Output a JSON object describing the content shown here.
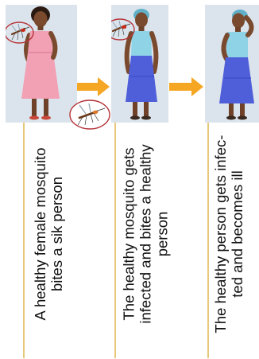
{
  "steps": [
    {
      "lines": [
        "A  healthy female mosquito",
        "bites a sik person"
      ]
    },
    {
      "lines": [
        "The healthy mosquito gets",
        "infected and bites a healthy",
        "person"
      ]
    },
    {
      "lines": [
        "The healthy person gets infec-",
        "ted and becomes ill"
      ]
    }
  ],
  "colors": {
    "arrow": "#f5a623",
    "highlight_circle": "#b5343a",
    "accent_line": "#e8c87a",
    "panel_background": "#dbe4ec"
  },
  "icons": {
    "flow_arrow": "right-arrow-icon",
    "mosquito": "mosquito-icon"
  }
}
